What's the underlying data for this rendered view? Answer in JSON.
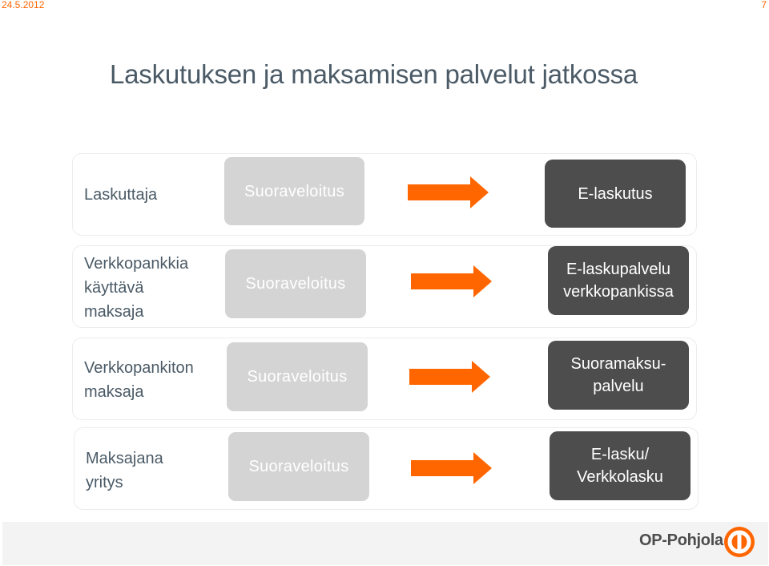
{
  "header": {
    "date": "24.5.2012",
    "page": "7"
  },
  "title": "Laskutuksen ja maksamisen palvelut jatkossa",
  "rows": [
    {
      "label": "Laskuttaja",
      "current": "Suoraveloitus",
      "future": "E-laskutus"
    },
    {
      "label": "Verkkopankkia\nkäyttävä\nmaksaja",
      "current": "Suoraveloitus",
      "future": "E-laskupalvelu\nverkkopankissa"
    },
    {
      "label": "Verkkopankiton\nmaksaja",
      "current": "Suoraveloitus",
      "future": "Suoramaksu-\npalvelu"
    },
    {
      "label": "Maksajana\nyritys",
      "current": "Suoraveloitus",
      "future": "E-lasku/\nVerkkolasku"
    }
  ],
  "footer": {
    "brand": "OP-Pohjola",
    "logo_icon": "op-logo-icon"
  },
  "colors": {
    "accent": "#ff6600",
    "dark_box": "#4d4d4d",
    "light_box": "#d4d4d4",
    "text": "#4a5a66"
  }
}
